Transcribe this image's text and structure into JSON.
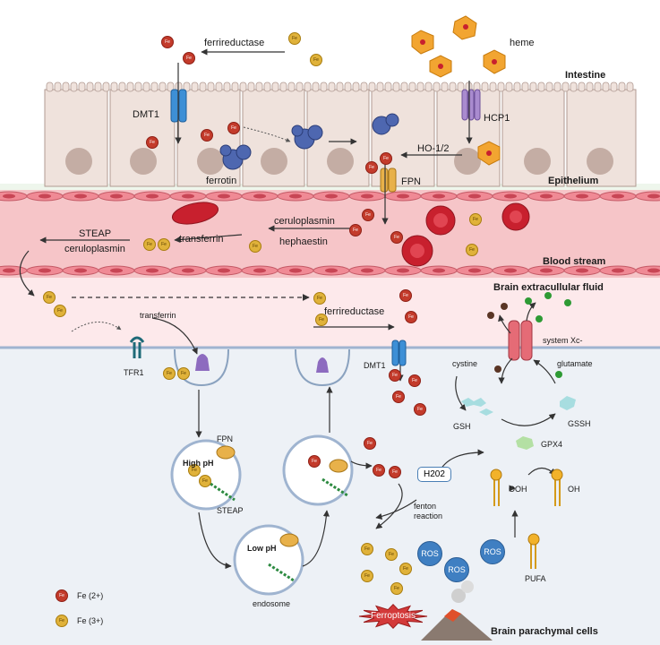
{
  "labels": {
    "ferrireductase_top": "ferrireductase",
    "heme": "heme",
    "intestine": "Intestine",
    "dmt1_top": "DMT1",
    "hcp1": "HCP1",
    "ho12": "HO-1/2",
    "ferrotin": "ferrotin",
    "fpn_top": "FPN",
    "epithelium": "Epithelium",
    "ceruloplasmin": "ceruloplasmin",
    "hephaestin": "hephaestin",
    "transferrin_blood": "transferrin",
    "steap_blood": "STEAP",
    "ceruloplasmin_blood": "ceruloplasmin",
    "blood_stream": "Blood stream",
    "brain_ecf": "Brain extracullular fluid",
    "ferrireductase_brain": "ferrireductase",
    "transferrin_brain": "transferrin",
    "system_xc": "system Xc-",
    "tfr1": "TFR1",
    "dmt1_brain": "DMT1",
    "cystine": "cystine",
    "glutamate": "glutamate",
    "gsh": "GSH",
    "gssh": "GSSH",
    "fpn_endo": "FPN",
    "high_ph": "High pH",
    "h2o2": "H202",
    "gpx4": "GPX4",
    "ooh": "OOH",
    "oh": "OH",
    "fenton": "fenton\nreaction",
    "steap_endo": "STEAP",
    "low_ph": "Low pH",
    "ros": "ROS",
    "pufa": "PUFA",
    "endosome": "endosome",
    "ferroptosis": "Ferroptosis",
    "brain_cells": "Brain parachymal cells",
    "ion_fe2": "Fe",
    "ion_fe3": "Fe"
  },
  "legend": {
    "fe2_label": "Fe (2+)",
    "fe3_label": "Fe (3+)"
  },
  "colors": {
    "fe2": "#c33b2b",
    "fe3": "#e0b23a",
    "ros": "#3f7fc2",
    "epithelium": "#efe2dc",
    "blood": "#f6c5c8",
    "brain": "#edf1f6",
    "ecf": "#fde8ea"
  }
}
